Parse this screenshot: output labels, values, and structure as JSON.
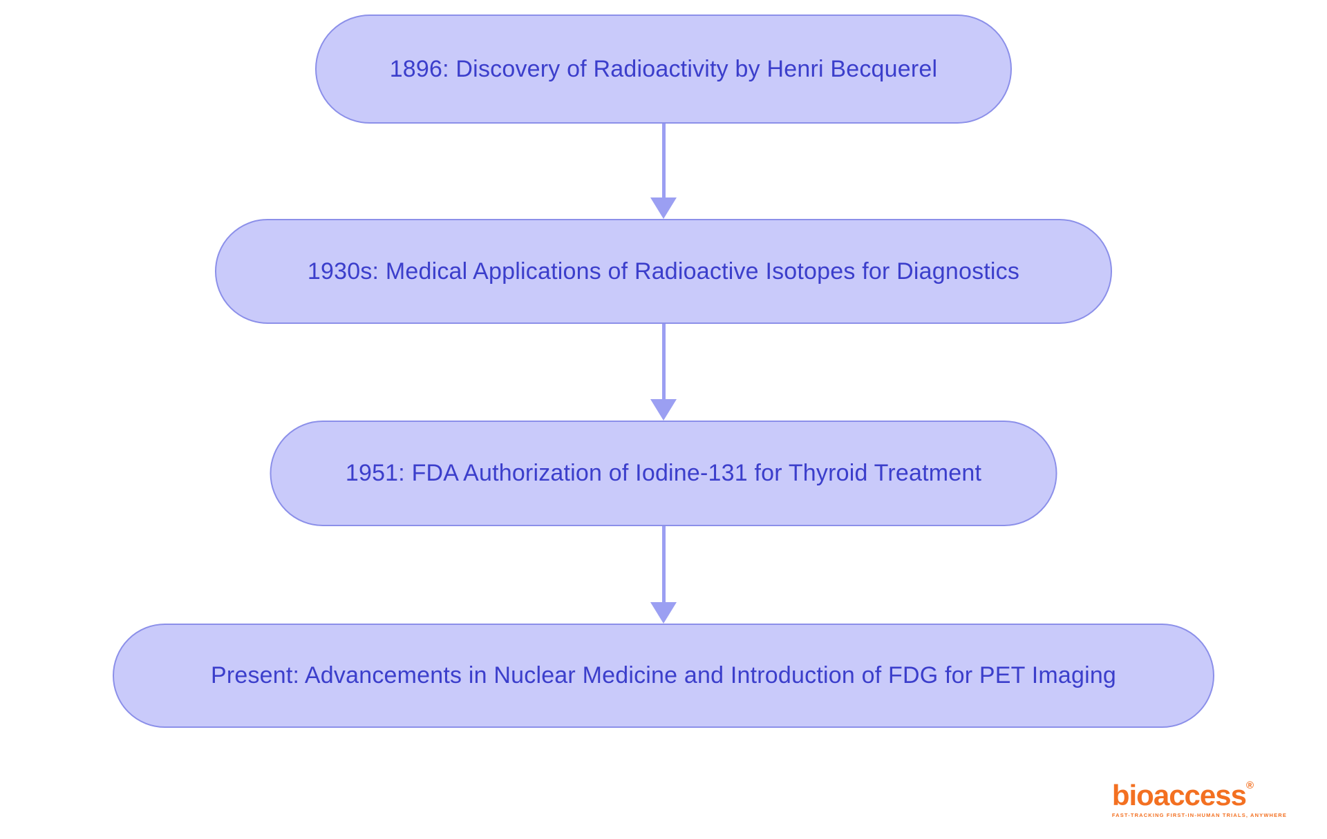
{
  "diagram": {
    "type": "flowchart-timeline",
    "direction": "top-down",
    "nodes": [
      {
        "label": "1896: Discovery of Radioactivity by Henri Becquerel"
      },
      {
        "label": "1930s: Medical Applications of Radioactive Isotopes for Diagnostics"
      },
      {
        "label": "1951: FDA Authorization of Iodine-131 for Thyroid Treatment"
      },
      {
        "label": "Present: Advancements in Nuclear Medicine and Introduction of FDG for PET Imaging"
      }
    ],
    "edges": [
      {
        "from": 0,
        "to": 1
      },
      {
        "from": 1,
        "to": 2
      },
      {
        "from": 2,
        "to": 3
      }
    ]
  },
  "logo": {
    "wordmark": "bioaccess",
    "registered_mark": "®",
    "tagline": "FAST-TRACKING FIRST-IN-HUMAN TRIALS, ANYWHERE"
  },
  "colors": {
    "background": "#ffffff",
    "node_fill": "#c9cafa",
    "node_border": "#8b8fe9",
    "node_text": "#3b3ecb",
    "arrow": "#9b9ff2",
    "brand_orange": "#f37021"
  }
}
